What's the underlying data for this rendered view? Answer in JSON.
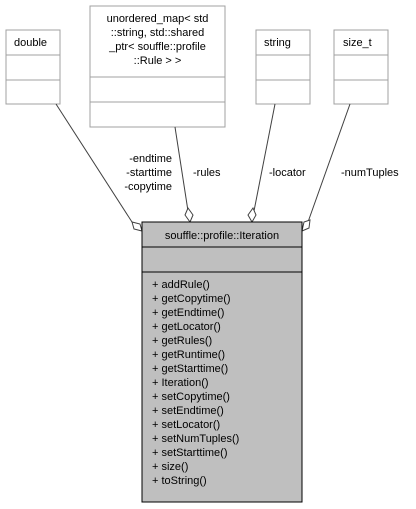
{
  "classes": {
    "double": {
      "name": "double"
    },
    "unordered_map": {
      "name_lines": [
        "unordered_map< std",
        "::string, std::shared",
        "_ptr< souffle::profile",
        "::Rule > >"
      ]
    },
    "string": {
      "name": "string"
    },
    "size_t": {
      "name": "size_t"
    },
    "iteration": {
      "name": "souffle::profile::Iteration",
      "methods": [
        "+ addRule()",
        "+ getCopytime()",
        "+ getEndtime()",
        "+ getLocator()",
        "+ getRules()",
        "+ getRuntime()",
        "+ getStarttime()",
        "+ Iteration()",
        "+ setCopytime()",
        "+ setEndtime()",
        "+ setLocator()",
        "+ setNumTuples()",
        "+ setStarttime()",
        "+ size()",
        "+ toString()"
      ]
    }
  },
  "edges": {
    "double_labels": [
      "-endtime",
      "-starttime",
      "-copytime"
    ],
    "rules_label": "-rules",
    "locator_label": "-locator",
    "num_tuples_label": "-numTuples"
  },
  "colors": {
    "box_border": "#a0a0a0",
    "main_fill": "#bfbfbf",
    "main_border": "#000000",
    "edge": "#404040"
  }
}
